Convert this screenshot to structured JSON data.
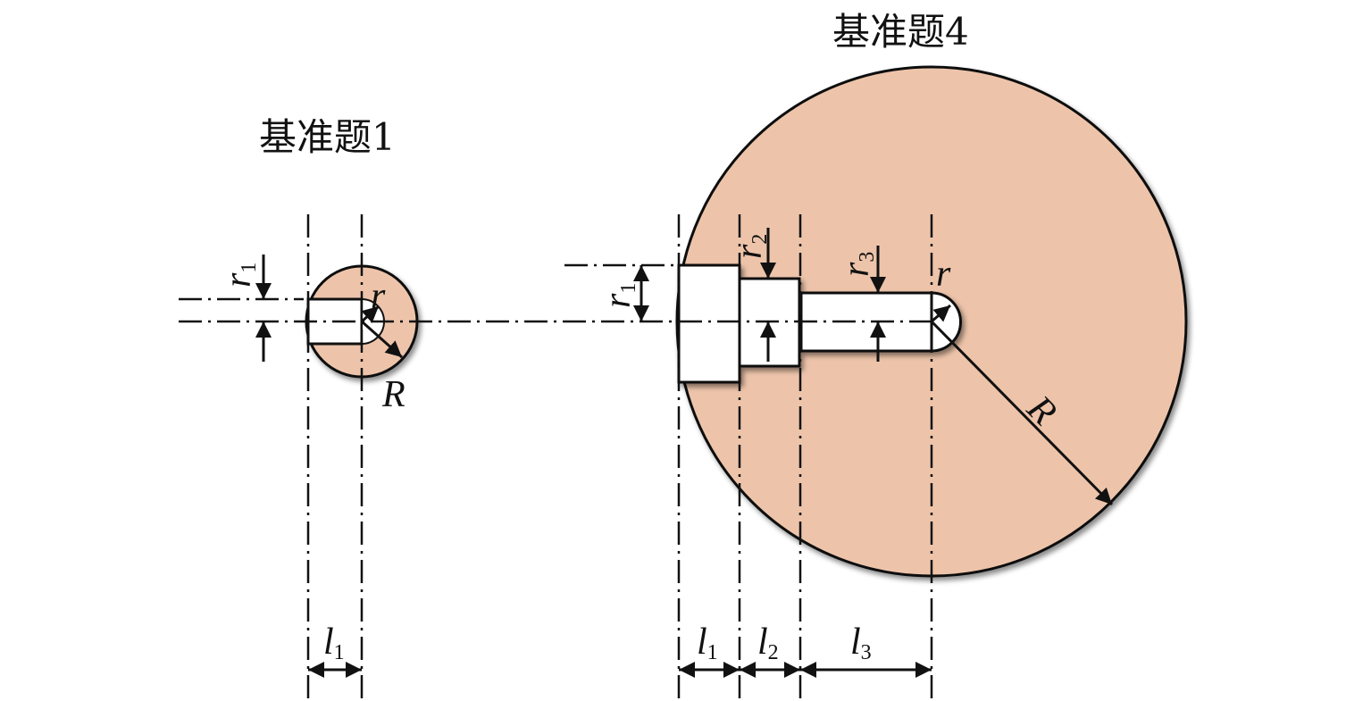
{
  "colors": {
    "disc_fill": "#EDC4AA",
    "part_fill": "#FFFFFF",
    "line": "#111111"
  },
  "figure1": {
    "title": "基准题1",
    "labels": {
      "r1": "r",
      "r1_sub": "1",
      "r": "r",
      "R": "R",
      "l1": "l",
      "l1_sub": "1"
    }
  },
  "figure4": {
    "title": "基准题4",
    "labels": {
      "r1": "r",
      "r1_sub": "1",
      "r2": "r",
      "r2_sub": "2",
      "r3": "r",
      "r3_sub": "3",
      "r": "r",
      "R": "R",
      "l1": "l",
      "l1_sub": "1",
      "l2": "l",
      "l2_sub": "2",
      "l3": "l",
      "l3_sub": "3"
    }
  }
}
